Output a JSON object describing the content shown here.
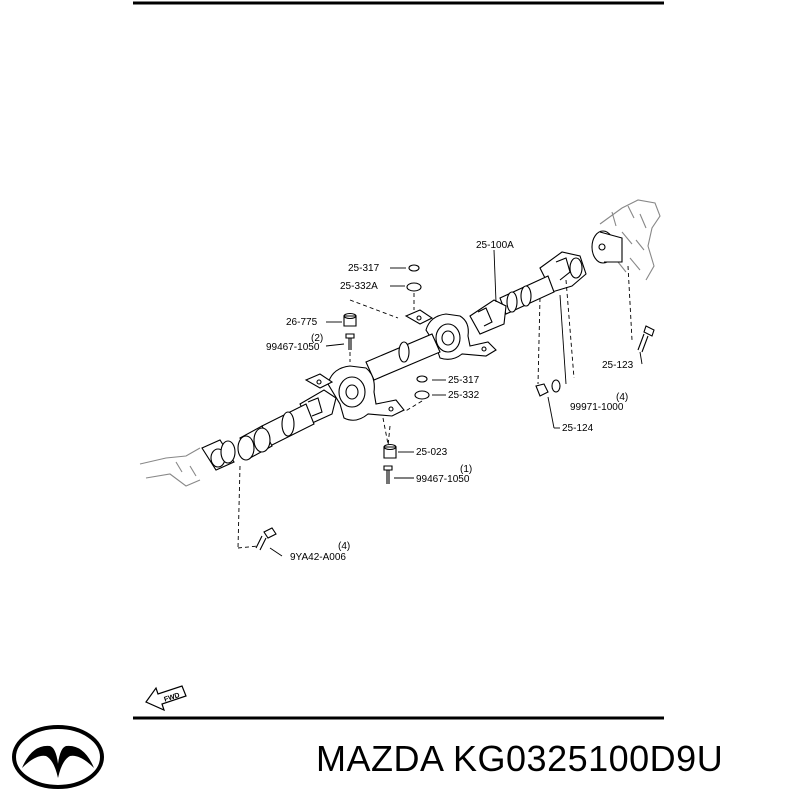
{
  "labels": {
    "l25100A": "25-100A",
    "l25317a": "25-317",
    "l25332A": "25-332A",
    "l26775": "26-775",
    "q2": "(2)",
    "l99467a": "99467-1050",
    "l25123": "25-123",
    "q4a": "(4)",
    "l99971": "99971-1000",
    "l25124": "25-124",
    "l25317b": "25-317",
    "l25332": "25-332",
    "l25023": "25-023",
    "q1": "(1)",
    "l99467b": "99467-1050",
    "q4b": "(4)",
    "l9YA42": "9YA42-A006",
    "fwd": "FWD"
  },
  "brand": {
    "maker": "MAZDA",
    "part_number": "KG0325100D9U",
    "text": "MAZDA KG0325100D9U"
  }
}
